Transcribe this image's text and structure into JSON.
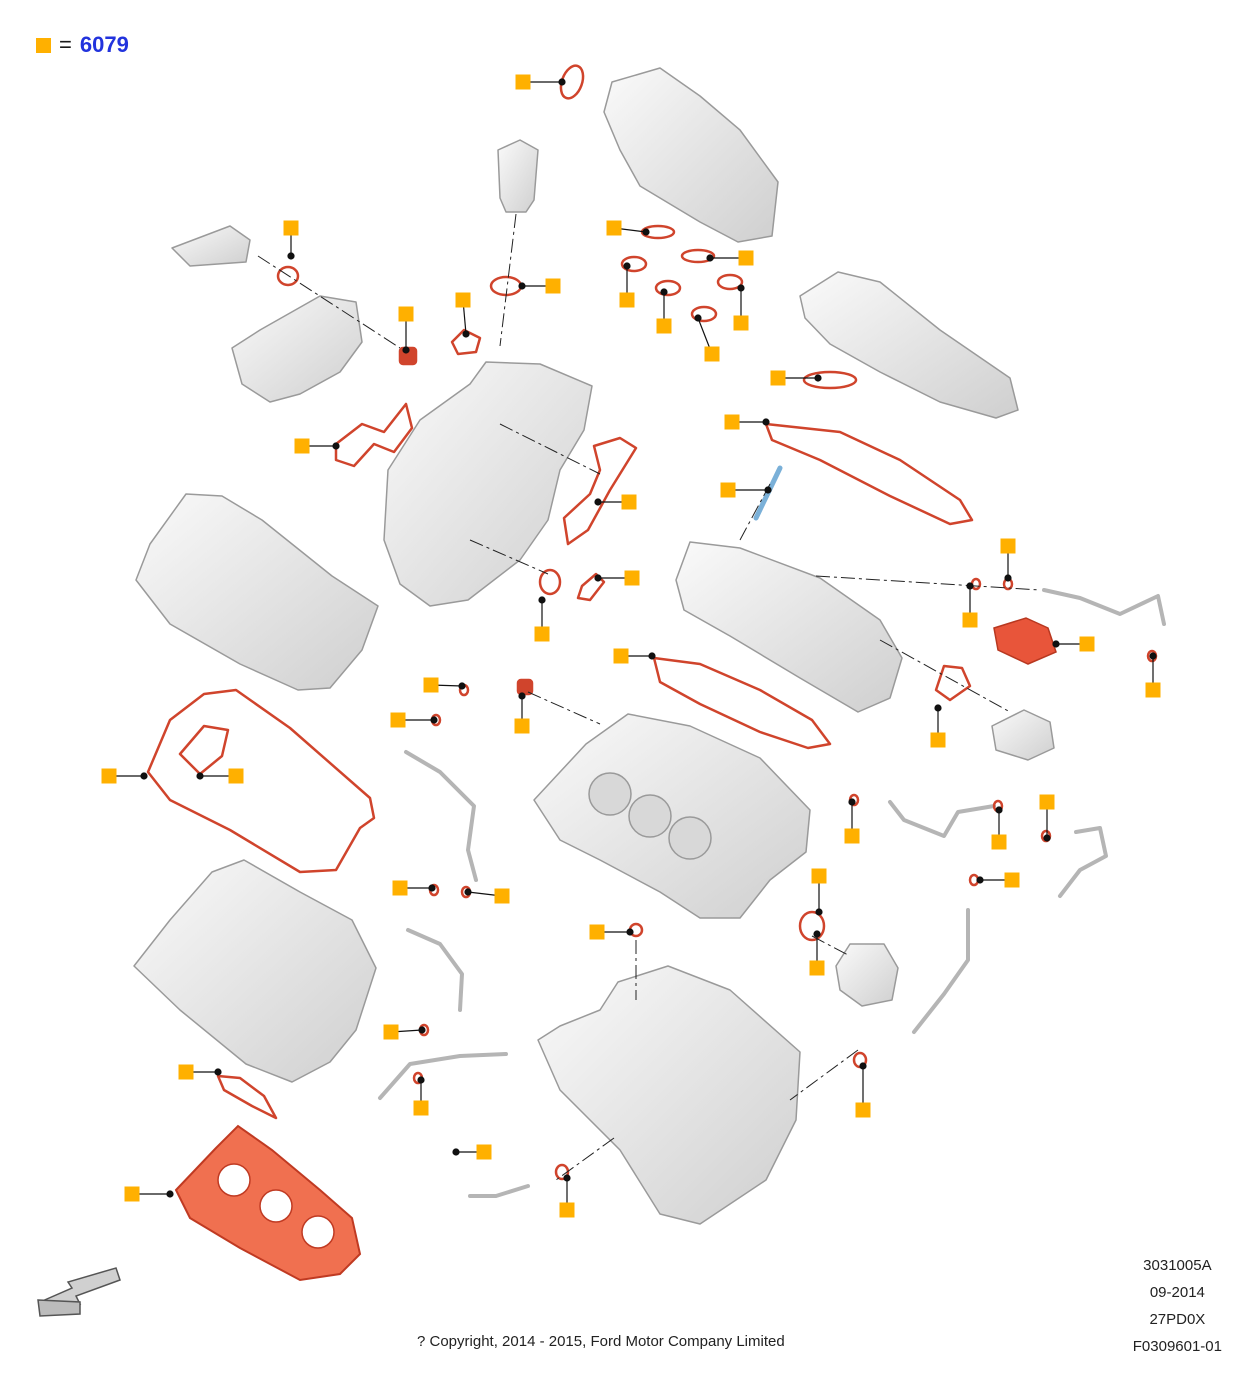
{
  "legend": {
    "equals": "=",
    "code": "6079"
  },
  "meta": {
    "line1": "3031005A",
    "line2": "09-2014",
    "line3": "27PD0X",
    "line4": "F0309601-01"
  },
  "copyright": "? Copyright, 2014 - 2015, Ford Motor Company Limited",
  "colors": {
    "marker": "#ffb000",
    "gasket": "#d0442c",
    "part": "#e6e6e6",
    "part_stroke": "#9a9a9a",
    "code_text": "#2233dd"
  },
  "icons": {
    "legend_marker": "square-marker-icon",
    "direction": "front-direction-arrow-icon"
  }
}
